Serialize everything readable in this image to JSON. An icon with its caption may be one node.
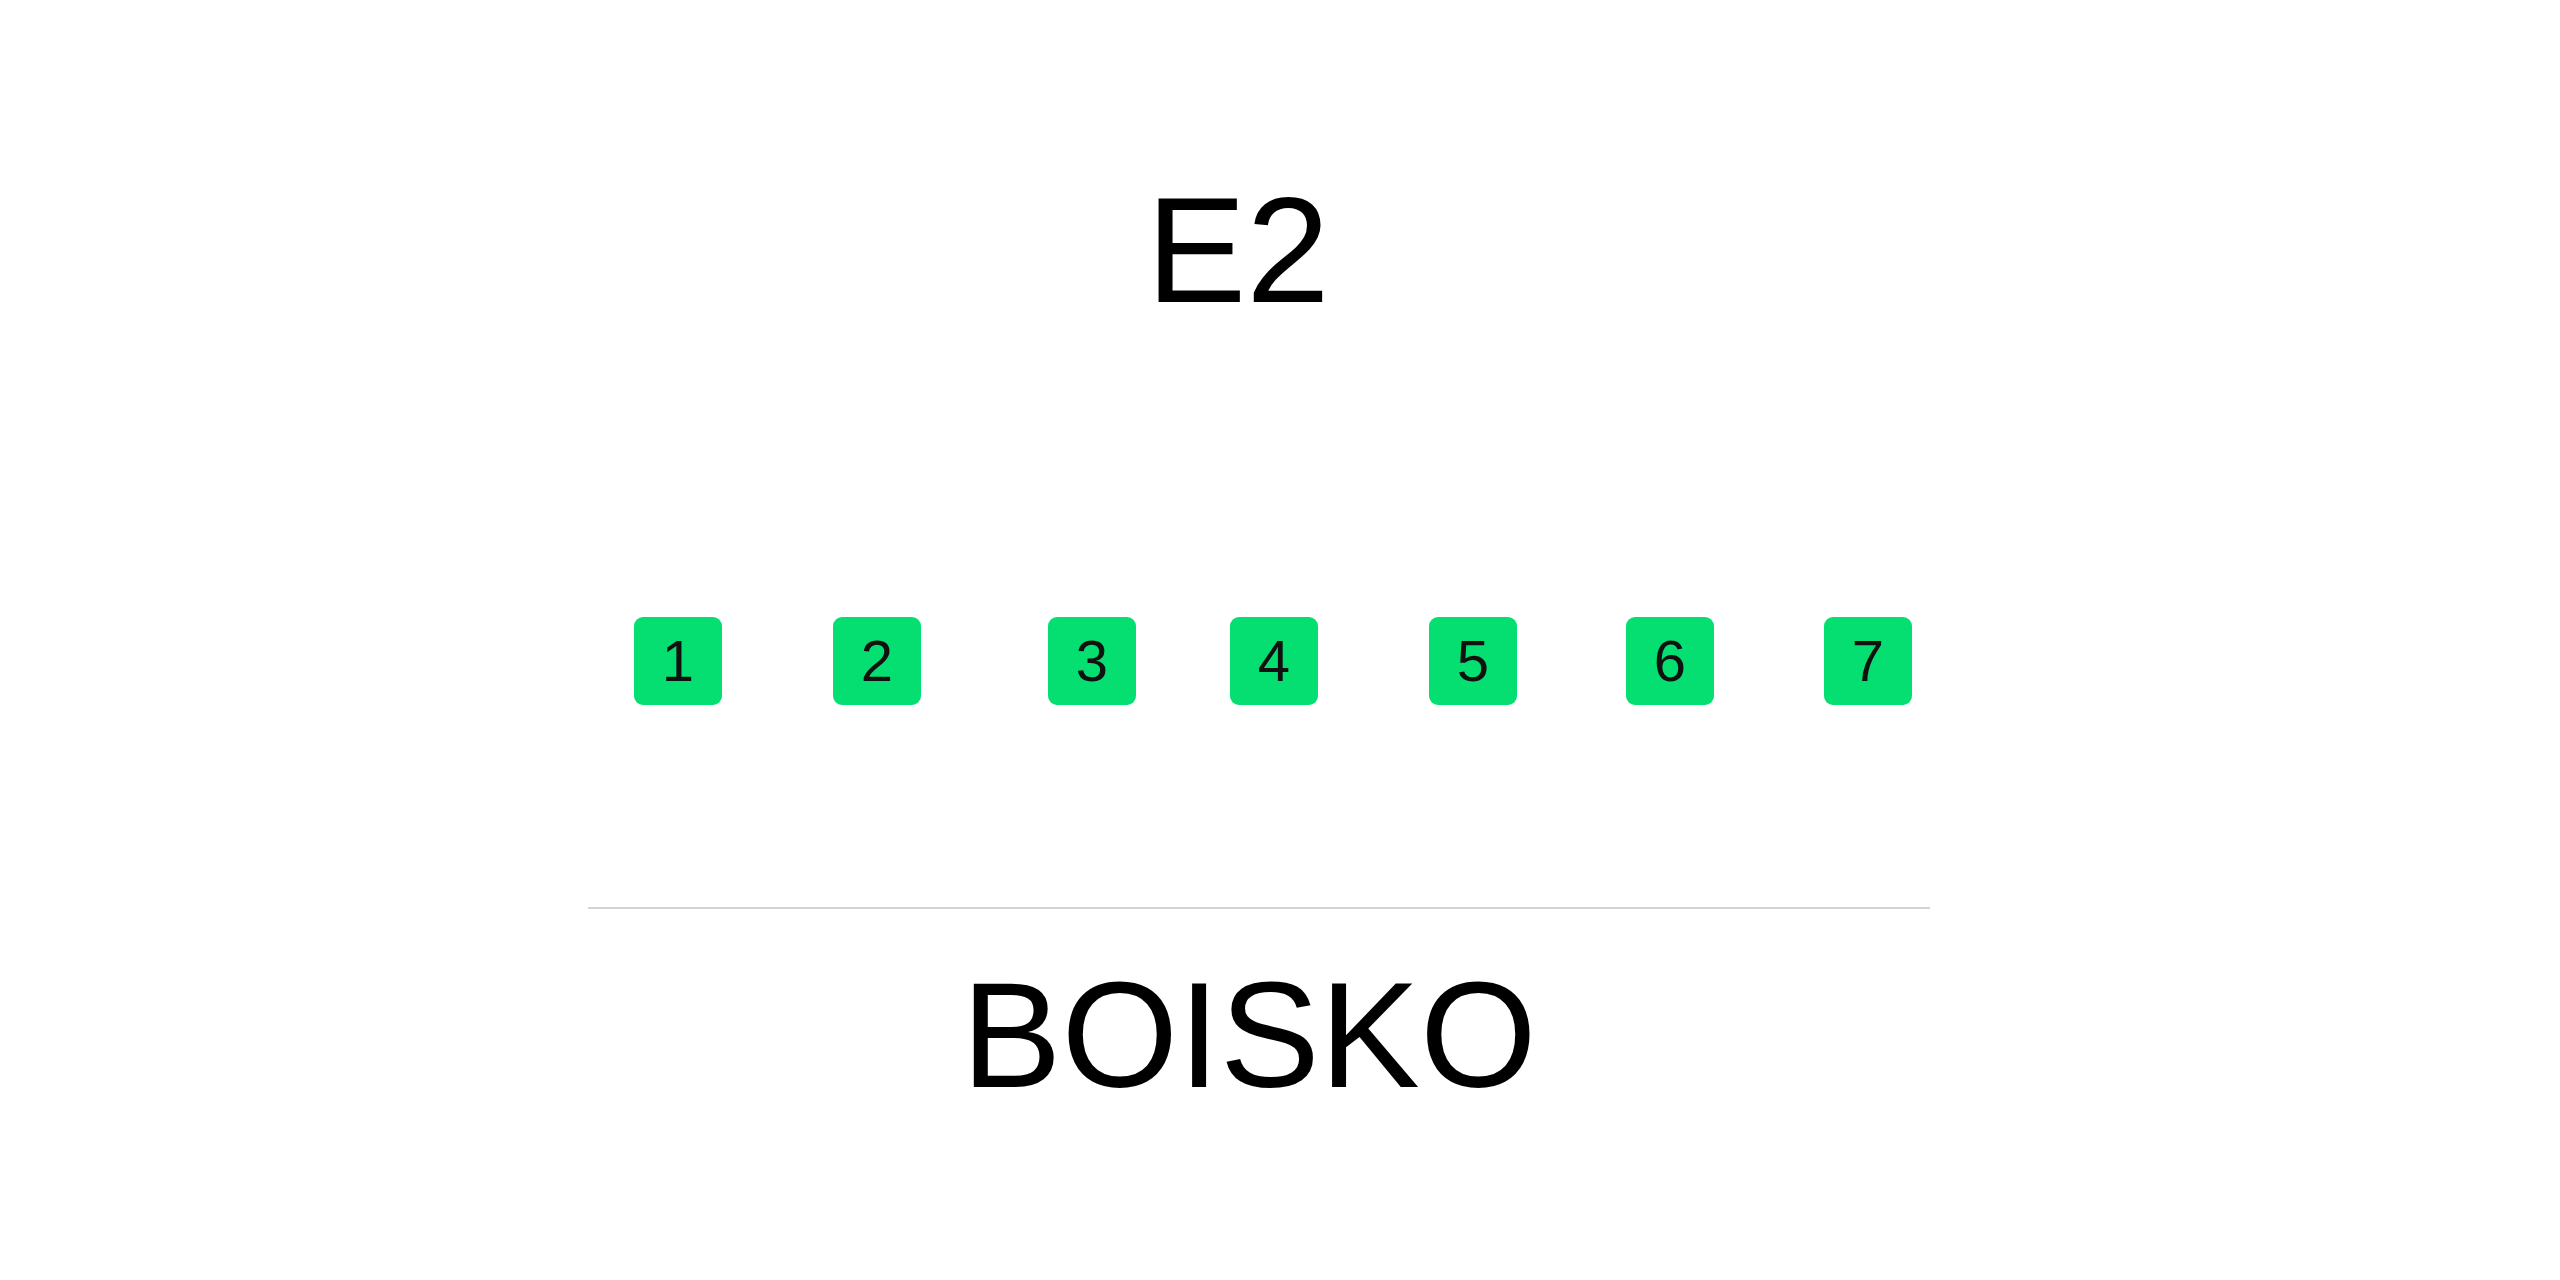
{
  "diagram": {
    "title": "E2",
    "nodes": [
      {
        "text": [
          "1"
        ]
      },
      {
        "text": [
          "2"
        ]
      },
      {
        "text": [
          "3"
        ]
      },
      {
        "text": [
          "4"
        ]
      },
      {
        "text": [
          "5"
        ]
      },
      {
        "text": [
          "6"
        ]
      },
      {
        "text": [
          "7"
        ]
      }
    ],
    "labels": [
      "BOISKO"
    ]
  }
}
